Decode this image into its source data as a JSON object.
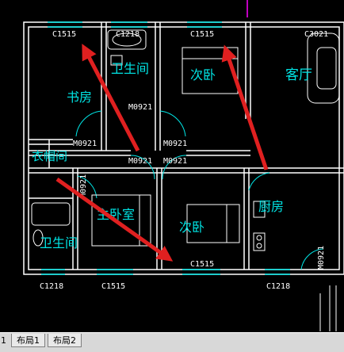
{
  "rooms": {
    "study": "书房",
    "bath_top": "卫生间",
    "bedroom2_top": "次卧",
    "living": "客厅",
    "cloakroom": "衣帽间",
    "master": "主卧室",
    "bedroom2_bottom": "次卧",
    "kitchen": "厨房",
    "bath_bottom": "卫生间"
  },
  "codes": {
    "win_study": "C1515",
    "win_bath": "C1218",
    "win_bed_top": "C1515",
    "win_living": "C3021",
    "door_study": "M0921",
    "door_bed_top": "M0921",
    "door_study_side": "M0921",
    "door_bed_top_side": "M0921",
    "door_master": "M0921",
    "door_bed_bottom": "M0921",
    "door_cloak": "M0921",
    "door_kitchen": "M0921",
    "win_bed_bottom": "C1515",
    "win_bath_bottom": "C1218",
    "win_master": "C1515",
    "win_kitchen": "C1218"
  },
  "tabs": {
    "marker": "1",
    "layout1": "布局1",
    "layout2": "布局2"
  },
  "colors": {
    "background": "#000000",
    "wall": "#ffffff",
    "window": "#00e6e6",
    "arrow": "#e02020",
    "room_label": "#00e6e6",
    "furniture": "#ffffff"
  }
}
